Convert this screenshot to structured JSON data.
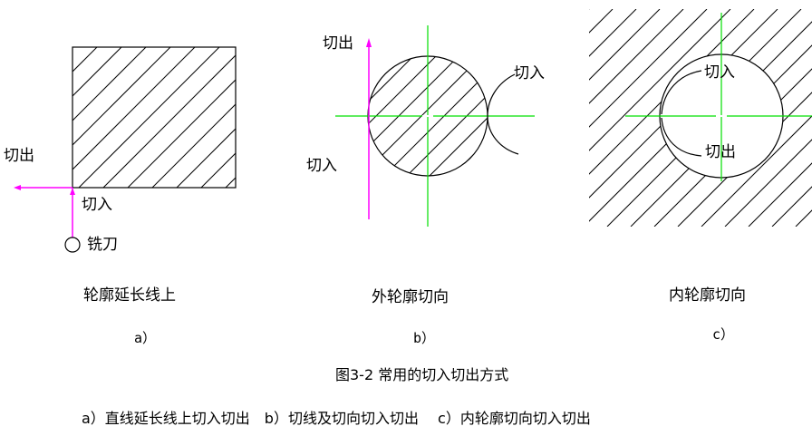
{
  "colors": {
    "line": "#000000",
    "path": "#ff00ff",
    "axis": "#00e000"
  },
  "diagram_a": {
    "label_out": "切出",
    "label_in": "切入",
    "label_tool": "铣刀",
    "caption": "轮廓延长线上",
    "sub_label": "a）"
  },
  "diagram_b": {
    "label_out": "切出",
    "label_in_right": "切入",
    "label_in_left": "切入",
    "caption": "外轮廓切向",
    "sub_label": "b）"
  },
  "diagram_c": {
    "label_in": "切入",
    "label_out": "切出",
    "caption": "内轮廓切向",
    "sub_label": "c）"
  },
  "figure": {
    "title": "图3-2 常用的切入切出方式",
    "legend": "a）直线延长线上切入切出　b）切线及切向切入切出　 c）内轮廓切向切入切出"
  }
}
